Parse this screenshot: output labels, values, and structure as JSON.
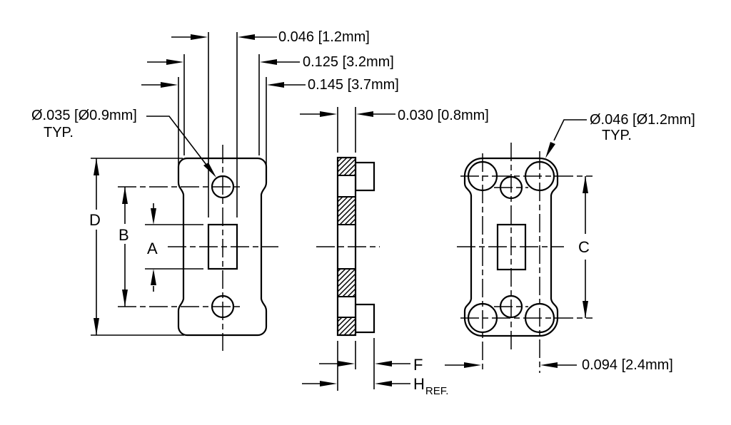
{
  "labels": {
    "dim_slot": "0.046 [1.2mm]",
    "dim_body": "0.125 [3.2mm]",
    "dim_flange": "0.145 [3.7mm]",
    "dim_thickness": "0.030 [0.8mm]",
    "front_hole_dia": "Ø.035 [Ø0.9mm]",
    "front_hole_typ": "TYP.",
    "back_hole_dia": "Ø.046 [Ø1.2mm]",
    "back_hole_typ": "TYP.",
    "dim_pin_spacing": "0.094 [2.4mm]",
    "height_letter": "D",
    "hole_span_letter": "B",
    "slot_height_letter": "A",
    "pad_span_letter": "C",
    "pin_standoff_letter": "F",
    "overall_height_letter": "H",
    "overall_height_suffix": "REF."
  },
  "colors": {
    "line": "#000000",
    "background": "#ffffff"
  }
}
